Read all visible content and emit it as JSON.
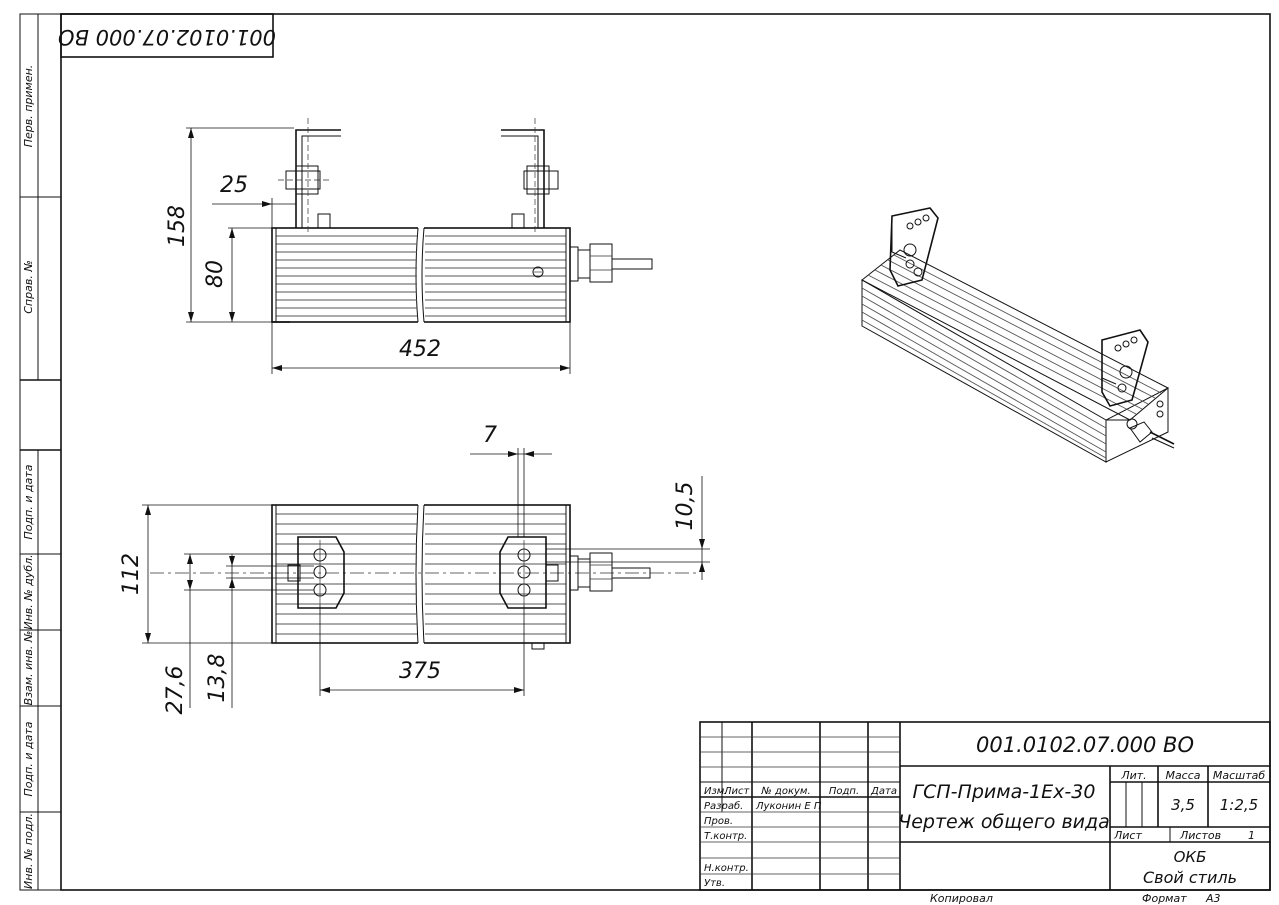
{
  "sheet": {
    "top_code": "001.0102.07.000 ВО",
    "doc_code": "001.0102.07.000 ВО",
    "product_name": "ГСП-Прима-1Ех-30",
    "drawing_type": "Чертеж общего вида",
    "mass": "3,5",
    "scale": "1:2,5",
    "sheet_label": "Лист",
    "sheets_label": "Листов",
    "sheets_count": "1",
    "dept": "ОКБ",
    "company": "Свой стиль",
    "copied": "Копировал",
    "format_label": "Формат",
    "format": "A3"
  },
  "title_block_headers": {
    "izm": "Изм.",
    "list": "Лист",
    "doc_no": "№ докум.",
    "sign": "Подп.",
    "date": "Дата",
    "lit": "Лит.",
    "mass": "Масса",
    "scale": "Масштаб"
  },
  "roles": {
    "razrab": "Разраб.",
    "razrab_name": "Луконин Е П",
    "prov": "Пров.",
    "tkontr": "Т.контр.",
    "nkontr": "Н.контр.",
    "utv": "Утв."
  },
  "side_stamps": {
    "perv_primen": "Перв. примен.",
    "sprav_no": "Справ. №",
    "podp_data_1": "Подп. и дата",
    "inv_dubl": "Инв. № дубл.",
    "vzam_inv": "Взам. инв. №",
    "podp_data_2": "Подп. и дата",
    "inv_podl": "Инв. № подл."
  },
  "dimensions": {
    "d158": "158",
    "d80": "80",
    "d25": "25",
    "d452": "452",
    "d7": "7",
    "d10_5": "10,5",
    "d112": "112",
    "d27_6": "27,6",
    "d13_8": "13,8",
    "d375": "375"
  }
}
